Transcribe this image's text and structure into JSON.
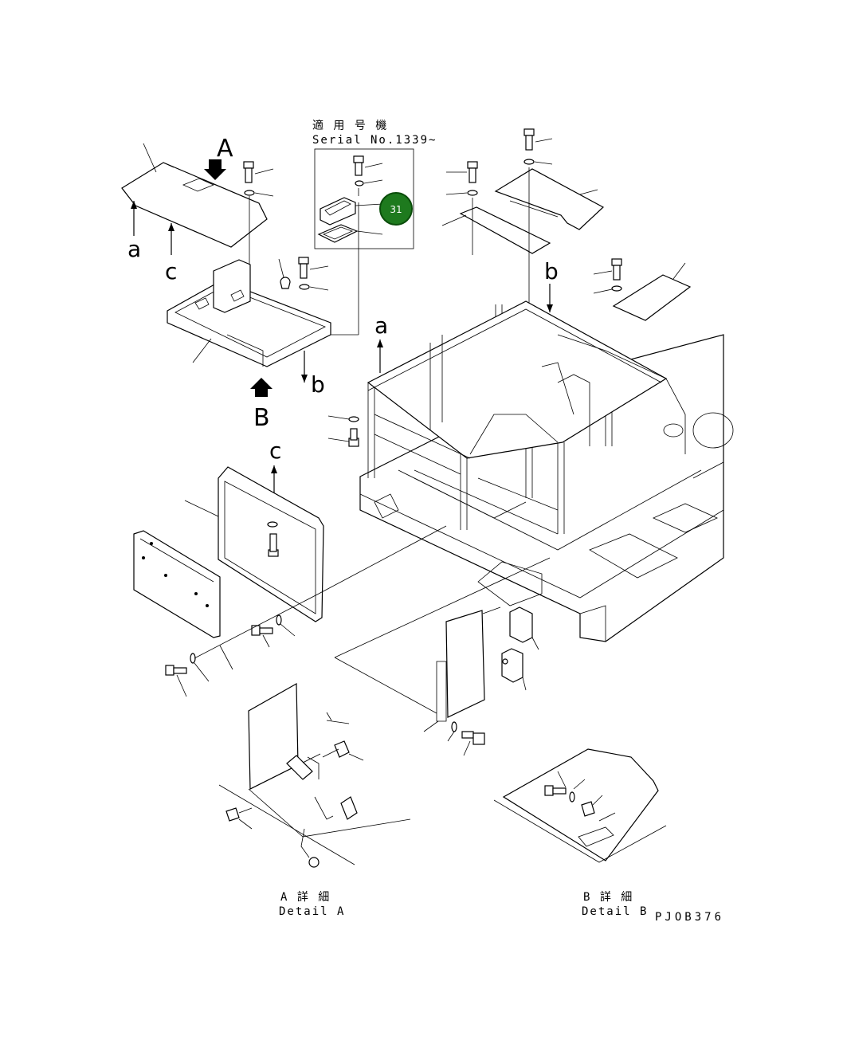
{
  "serial_box": {
    "line1": "適 用 号 機",
    "line2": "Serial No.1339~"
  },
  "callout_badge": {
    "number": "31",
    "color": "#1e7a1e"
  },
  "view_labels": {
    "view_a": "A",
    "view_b": "B"
  },
  "refs": {
    "a": "a",
    "b": "b",
    "c": "c"
  },
  "detail_a": {
    "jp": "A 詳 細",
    "en": "Detail A"
  },
  "detail_b": {
    "jp": "B 詳 細",
    "en": "Detail B"
  },
  "drawing_code": "PJOB376"
}
